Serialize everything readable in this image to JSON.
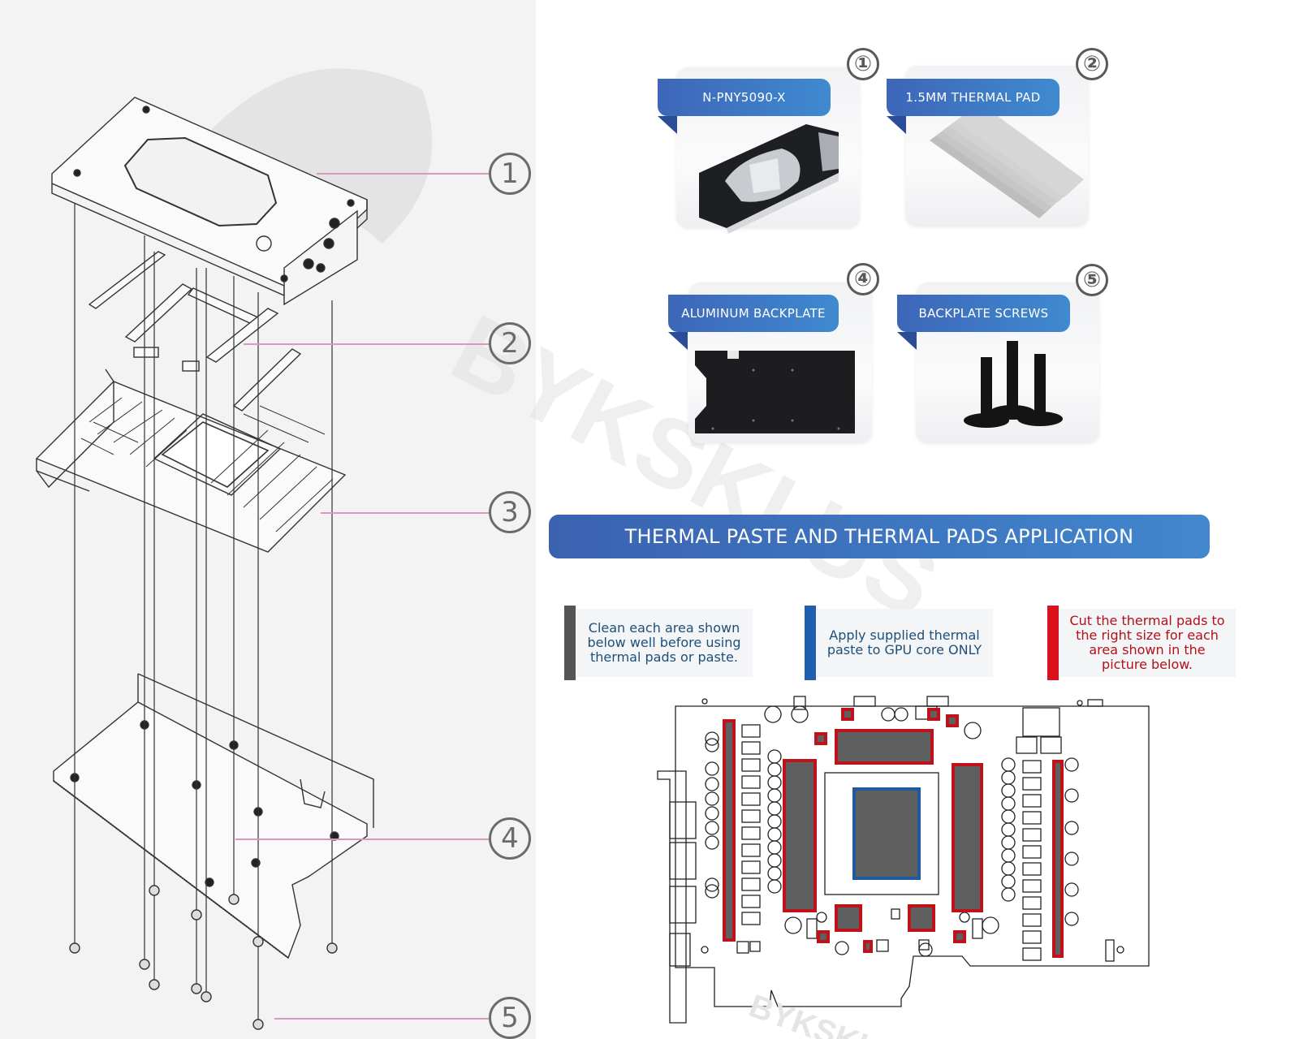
{
  "exploded_view": {
    "callouts": [
      {
        "id": "1",
        "label": "1"
      },
      {
        "id": "2",
        "label": "2"
      },
      {
        "id": "3",
        "label": "3"
      },
      {
        "id": "4",
        "label": "4"
      },
      {
        "id": "5",
        "label": "5"
      }
    ],
    "parts": [
      "water-block",
      "thermal-pads",
      "gpu-pcb",
      "backplate",
      "screws"
    ]
  },
  "watermark": {
    "text": "BYKSKI.US"
  },
  "parts_cards": [
    {
      "number": "①",
      "label": "N-PNY5090-X",
      "image": "water-block"
    },
    {
      "number": "②",
      "label": "1.5MM THERMAL PAD",
      "image": "thermal-pad-strips"
    },
    {
      "number": "④",
      "label": "ALUMINUM BACKPLATE",
      "image": "black-backplate"
    },
    {
      "number": "⑤",
      "label": "BACKPLATE SCREWS",
      "image": "black-screws"
    }
  ],
  "section": {
    "title": "THERMAL PASTE AND THERMAL PADS APPLICATION"
  },
  "instructions": [
    {
      "text": "Clean each area shown below well before using thermal pads or paste.",
      "bar_color": "#555555",
      "text_color": "#1d4f7a"
    },
    {
      "text": "Apply supplied thermal paste to GPU core ONLY",
      "bar_color": "#1f5fae",
      "text_color": "#1d4f7a"
    },
    {
      "text": "Cut the thermal pads to the right size for each area shown in the picture below.",
      "bar_color": "#d9121b",
      "text_color": "#b0111b"
    }
  ],
  "pcb_diagram": {
    "pad_outline_color": "#c0121a",
    "paste_outline_color": "#1f5a9e",
    "fill_color": "#5f5f5f",
    "legend": {
      "thermal_pad": "red outline",
      "thermal_paste": "blue outline (GPU core)"
    }
  }
}
